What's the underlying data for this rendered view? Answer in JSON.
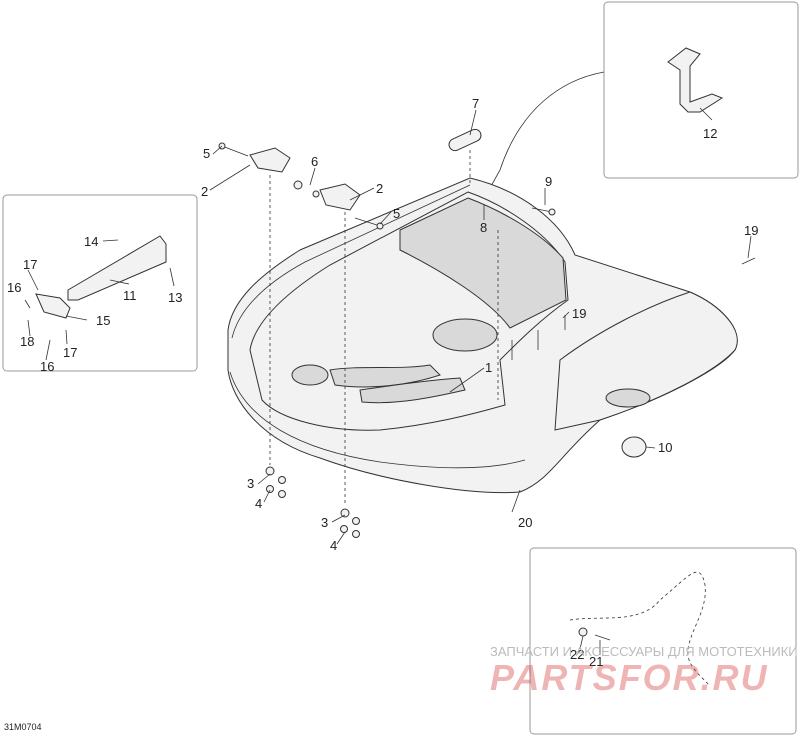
{
  "figure_code": "31M0704",
  "callouts": {
    "c1": "1",
    "c2a": "2",
    "c2b": "2",
    "c3a": "3",
    "c3b": "3",
    "c4a": "4",
    "c4b": "4",
    "c5a": "5",
    "c5b": "5",
    "c6": "6",
    "c7": "7",
    "c8": "8",
    "c9": "9",
    "c10": "10",
    "c11": "11",
    "c12": "12",
    "c13": "13",
    "c14": "14",
    "c15": "15",
    "c16a": "16",
    "c16b": "16",
    "c17a": "17",
    "c17b": "17",
    "c18": "18",
    "c19a": "19",
    "c19b": "19",
    "c20": "20",
    "c21": "21",
    "c22": "22"
  },
  "watermark": {
    "caption": "ЗАПЧАСТИ И АКСЕССУАРЫ ДЛЯ МОТОТЕХНИКИ",
    "logo": "PARTSFOR.RU"
  }
}
